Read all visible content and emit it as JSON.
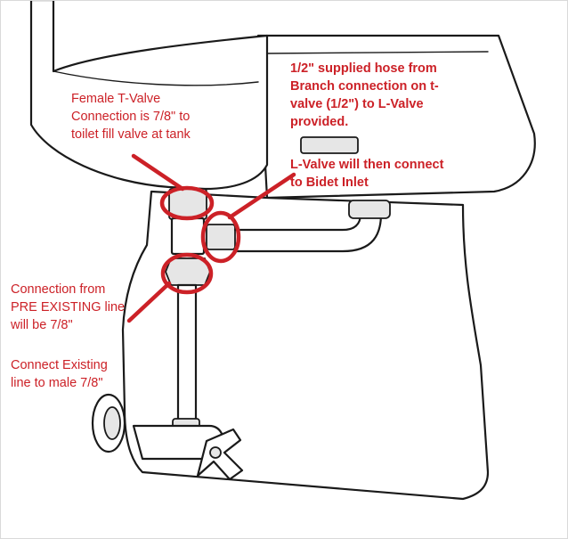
{
  "colors": {
    "annotation_red": "#cc2127",
    "line_black": "#1a1a1a",
    "shade_gray": "#e6e6e6",
    "background": "#ffffff"
  },
  "labels": {
    "female_tvalve": "Female T-Valve\nConnection is 7/8\" to\ntoilet fill valve at tank",
    "half_inch_hose": "1/2\" supplied hose from\nBranch connection on t-\nvalve (1/2\") to L-Valve\nprovided.",
    "lvalve_bidet": "L-Valve will then connect\nto Bidet Inlet",
    "pre_existing": "Connection from\nPRE EXISTING line\nwill be 7/8\"",
    "connect_existing": "Connect Existing\nline to male 7/8\""
  },
  "icons": [
    "toilet-illustration",
    "t-valve-icon",
    "l-valve-icon",
    "shutoff-valve-icon"
  ]
}
